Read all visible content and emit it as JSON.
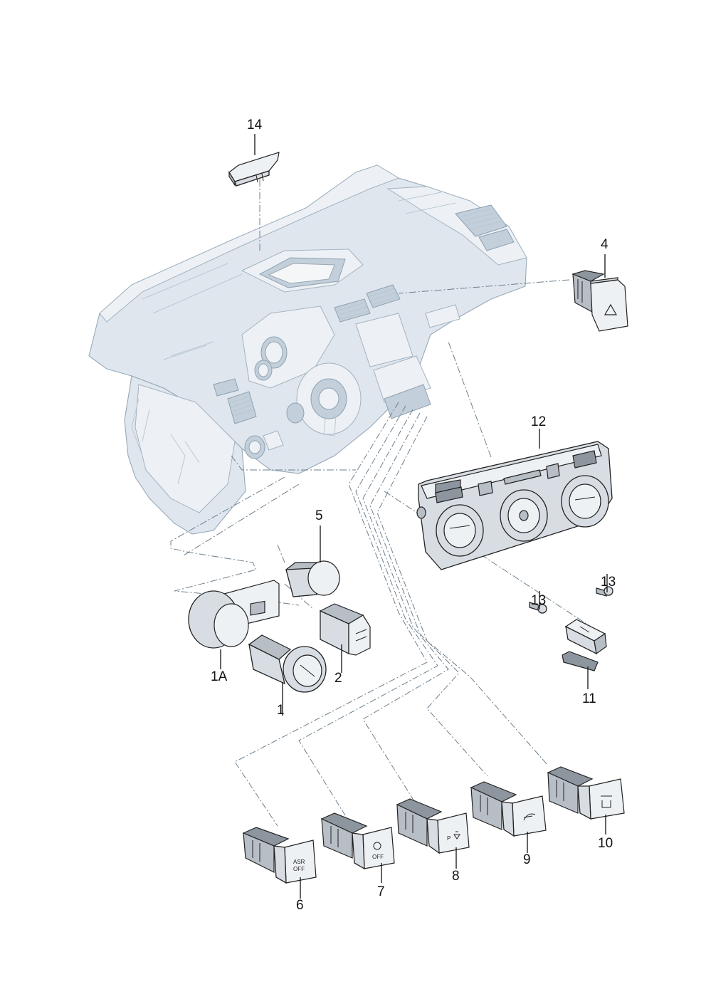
{
  "callouts": {
    "c14": "14",
    "c4": "4",
    "c12": "12",
    "c5": "5",
    "c13a": "13",
    "c13b": "13",
    "c1a": "1A",
    "c2": "2",
    "c1": "1",
    "c11": "11",
    "c6": "6",
    "c7": "7",
    "c8": "8",
    "c9": "9",
    "c10": "10"
  },
  "switch_faces": {
    "s6_line1": "ASR",
    "s6_line2": "OFF",
    "s7_line1": "OFF",
    "s8_line1": "P"
  },
  "icons": [
    "hazard-triangle-icon",
    "rear-defrost-icon",
    "parking-heater-icon",
    "headlight-range-icon"
  ]
}
